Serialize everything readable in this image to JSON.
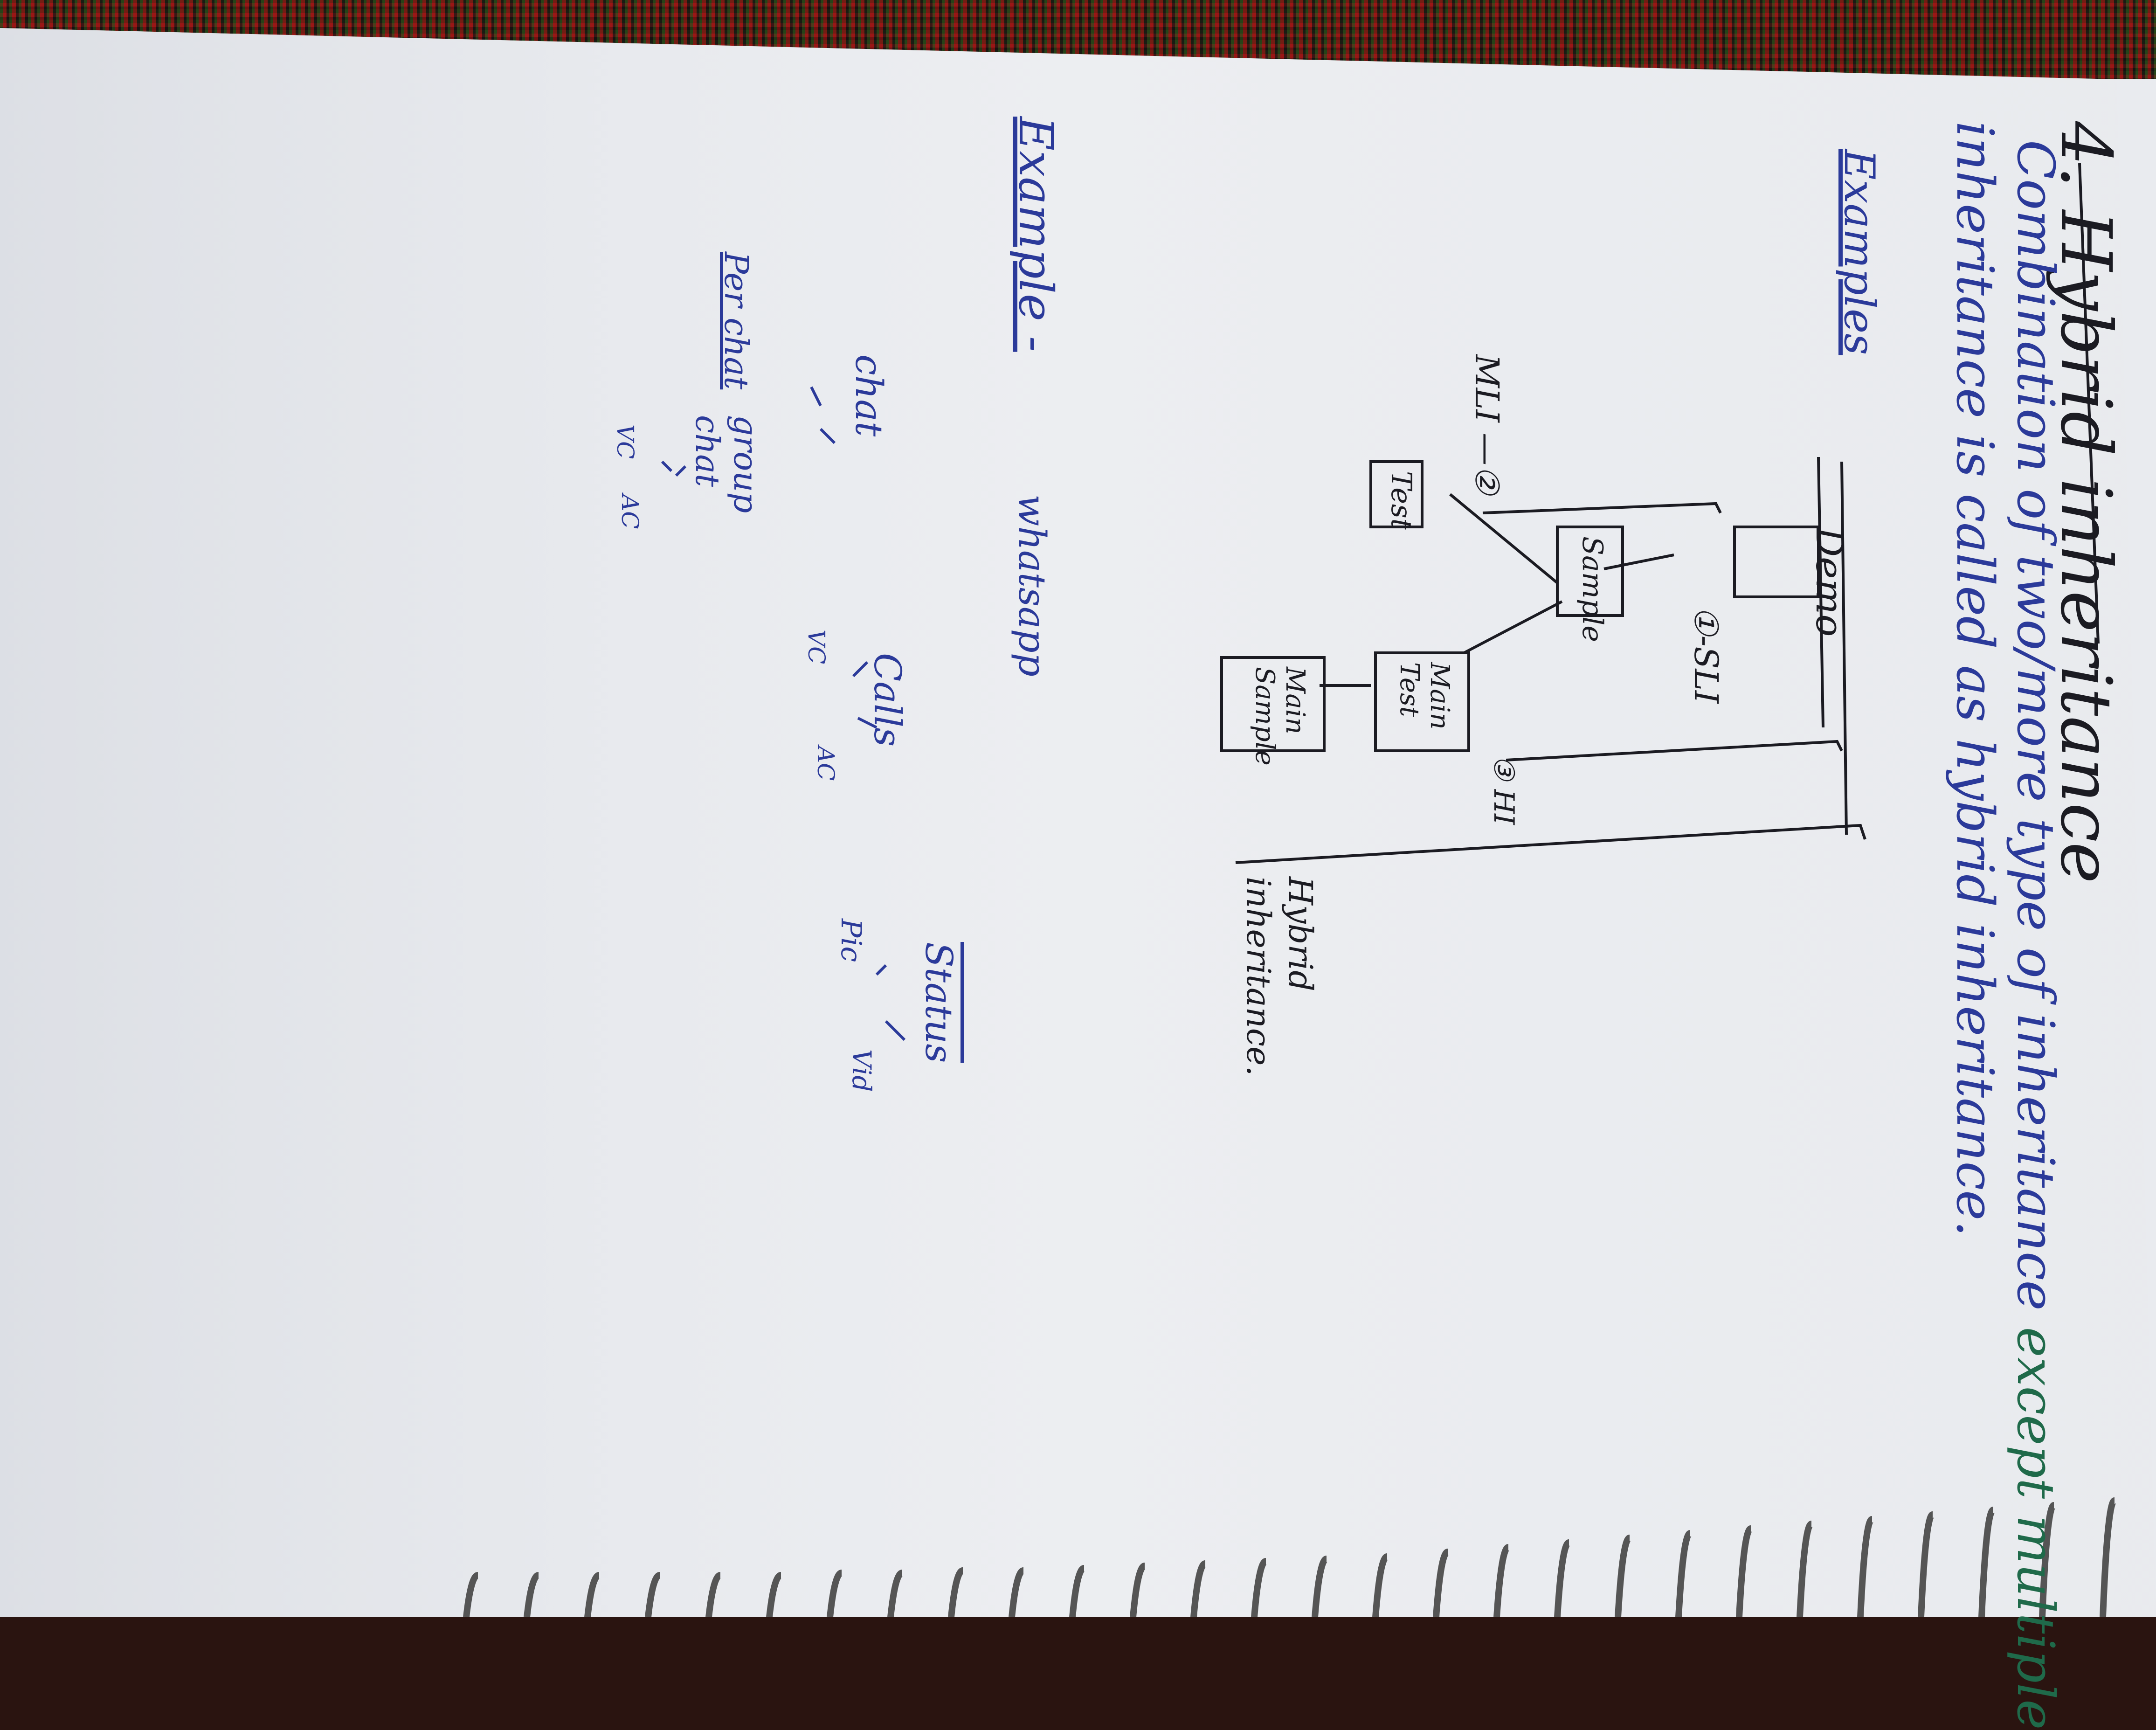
{
  "heading": "4. Hybrid inheritance",
  "definition_line1_a": "Combination of",
  "definition_line1_b": "two/more type of",
  "definition_line1_c": "inheritance",
  "definition_line1_d": "except",
  "definition_line1_e": "multiple",
  "definition_line2_a": "inheritance is",
  "definition_line2_b": "called as",
  "definition_line2_c": "hybrid",
  "definition_line2_d": "inheritance.",
  "examples_label": "Examples",
  "diagram": {
    "demo": "Demo",
    "sample": "Sample",
    "test": "Test",
    "main_test": "Main Test",
    "main_sample": "Main Sample",
    "sli_label": "①-SLI",
    "mli_label": "MLI —②",
    "hi_label": "③ HI",
    "hybrid_label_1": "Hybrid",
    "hybrid_label_2": "inheritance."
  },
  "example2": {
    "label": "Example -",
    "root": "whatsapp",
    "chat": "chat",
    "per_chat": "Per chat",
    "group_chat": "group chat",
    "vc_1": "VC",
    "ac_1": "AC",
    "calls": "Calls",
    "vc_2": "VC",
    "ac_2": "AC",
    "status": "Status",
    "pic": "Pic",
    "vid": "Vid"
  }
}
